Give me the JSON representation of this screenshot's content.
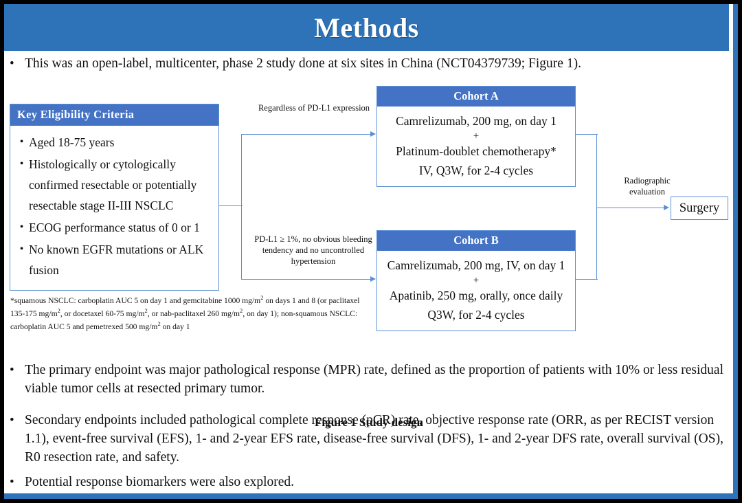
{
  "slide": {
    "title": "Methods",
    "intro_bullet": "This was an open-label, multicenter, phase 2 study done at six sites in China (NCT04379739; Figure 1).",
    "figure_caption": "Figure 1 Study design"
  },
  "colors": {
    "banner_blue": "#2E73B8",
    "box_header_blue": "#4472C4",
    "connector_blue": "#5B8FD4",
    "frame_black": "#000000",
    "text_black": "#111111"
  },
  "figure": {
    "eligibility": {
      "header": "Key  Eligibility Criteria",
      "items": [
        "Aged 18-75 years",
        "Histologically or cytologically confirmed resectable or potentially resectable stage II-III NSCLC",
        "ECOG performance status of 0 or 1",
        "No known EGFR mutations or ALK fusion"
      ]
    },
    "footnote": "*squamous NSCLC: carboplatin AUC 5 on day 1 and gemcitabine 1000 mg/m2 on days 1 and 8 (or paclitaxel 135-175 mg/m2, or docetaxel 60-75 mg/m2, or nab-paclitaxel 260 mg/m2, on day 1); non-squamous NSCLC: carboplatin AUC 5 and pemetrexed 500 mg/m2 on day 1",
    "cohort_a": {
      "header": "Cohort A",
      "line1": "Camrelizumab, 200 mg, on day 1",
      "plus": "+",
      "line2": "Platinum-doublet chemotherapy*",
      "line3": "IV, Q3W, for 2-4 cycles"
    },
    "cohort_b": {
      "header": "Cohort B",
      "line1": "Camrelizumab, 200 mg, IV, on day 1",
      "plus": "+",
      "line2": "Apatinib, 250 mg, orally, once daily",
      "line3": "Q3W, for 2-4 cycles"
    },
    "connector_upper_label": "Regardless of PD-L1 expression",
    "connector_lower_label": "PD-L1 ≥ 1%, no obvious bleeding tendency and no uncontrolled hypertension",
    "connector_right_label": "Radiographic evaluation",
    "surgery": "Surgery"
  },
  "bullets": {
    "bullet_mark": "•",
    "items": [
      "The primary endpoint was major pathological response (MPR) rate, defined as the proportion of patients with 10% or less residual viable tumor cells at resected primary tumor.",
      "Secondary endpoints included pathological complete response (pCR) rate, objective response rate (ORR, as per RECIST version 1.1), event-free survival (EFS), 1- and 2-year EFS rate, disease-free survival (DFS), 1- and 2-year DFS rate, overall survival (OS), R0 resection rate, and safety.",
      "Potential response biomarkers were also explored."
    ]
  }
}
